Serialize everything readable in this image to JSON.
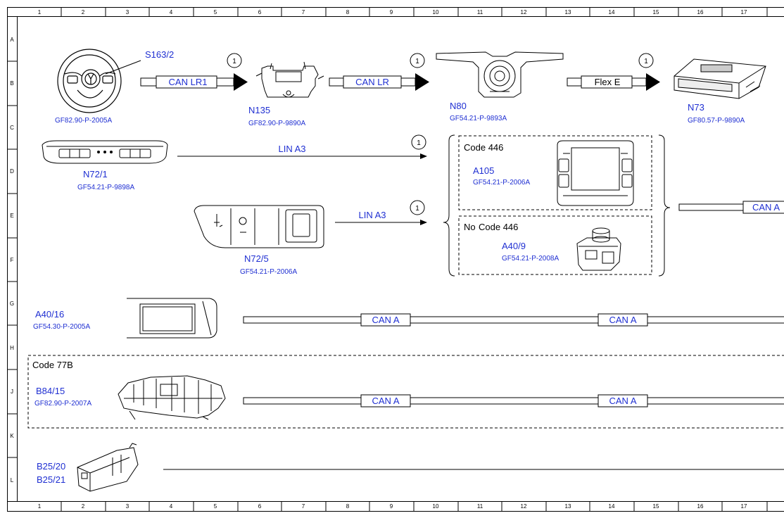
{
  "colors": {
    "label_blue": "#1f2fd2",
    "line": "#000000"
  },
  "grid": {
    "columns": [
      "1",
      "2",
      "3",
      "4",
      "5",
      "6",
      "7",
      "8",
      "9",
      "10",
      "11",
      "12",
      "13",
      "14",
      "15",
      "16",
      "17"
    ],
    "rows": [
      "A",
      "B",
      "C",
      "D",
      "E",
      "F",
      "G",
      "H",
      "J",
      "K",
      "L"
    ]
  },
  "components": {
    "s163_2": {
      "name": "S163/2",
      "ref": "GF82.90-P-2005A",
      "icon": "steering-wheel-icon"
    },
    "n135": {
      "name": "N135",
      "ref": "GF82.90-P-9890A",
      "icon": "control-unit-icon"
    },
    "n80": {
      "name": "N80",
      "ref": "GF54.21-P-9893A",
      "icon": "steering-column-module-icon"
    },
    "n73": {
      "name": "N73",
      "ref": "GF80.57-P-9890A",
      "icon": "ezs-control-unit-icon"
    },
    "n72_1": {
      "name": "N72/1",
      "ref": "GF54.21-P-9898A",
      "icon": "overhead-control-panel-icon"
    },
    "a105": {
      "name": "A105",
      "ref": "GF54.21-P-2006A",
      "icon": "touchpad-icon"
    },
    "n72_5": {
      "name": "N72/5",
      "ref": "GF54.21-P-2006A",
      "icon": "switch-panel-icon"
    },
    "a40_9": {
      "name": "A40/9",
      "ref": "GF54.21-P-2008A",
      "icon": "controller-icon"
    },
    "a40_16": {
      "name": "A40/16",
      "ref": "GF54.30-P-2005A",
      "icon": "display-icon"
    },
    "b84_15": {
      "name": "B84/15",
      "ref": "GF82.90-P-2007A",
      "icon": "camera-module-icon"
    },
    "b25_20": {
      "name": "B25/20",
      "icon": "sensor-icon"
    },
    "b25_21": {
      "name": "B25/21"
    }
  },
  "code_boxes": {
    "code446": "Code 446",
    "no_code446_no": "No",
    "no_code446_code": "Code 446",
    "code77b": "Code 77B"
  },
  "bus_labels": {
    "can_lr1": "CAN LR1",
    "can_lr": "CAN LR",
    "flex_e": "Flex E",
    "lin_a3_top": "LIN A3",
    "lin_a3_mid": "LIN A3",
    "can_a_right": "CAN A",
    "can_a_g1": "CAN A",
    "can_a_g2": "CAN A",
    "can_a_j1": "CAN A",
    "can_a_j2": "CAN A"
  },
  "note_markers": [
    "1",
    "1",
    "1",
    "1",
    "1"
  ]
}
